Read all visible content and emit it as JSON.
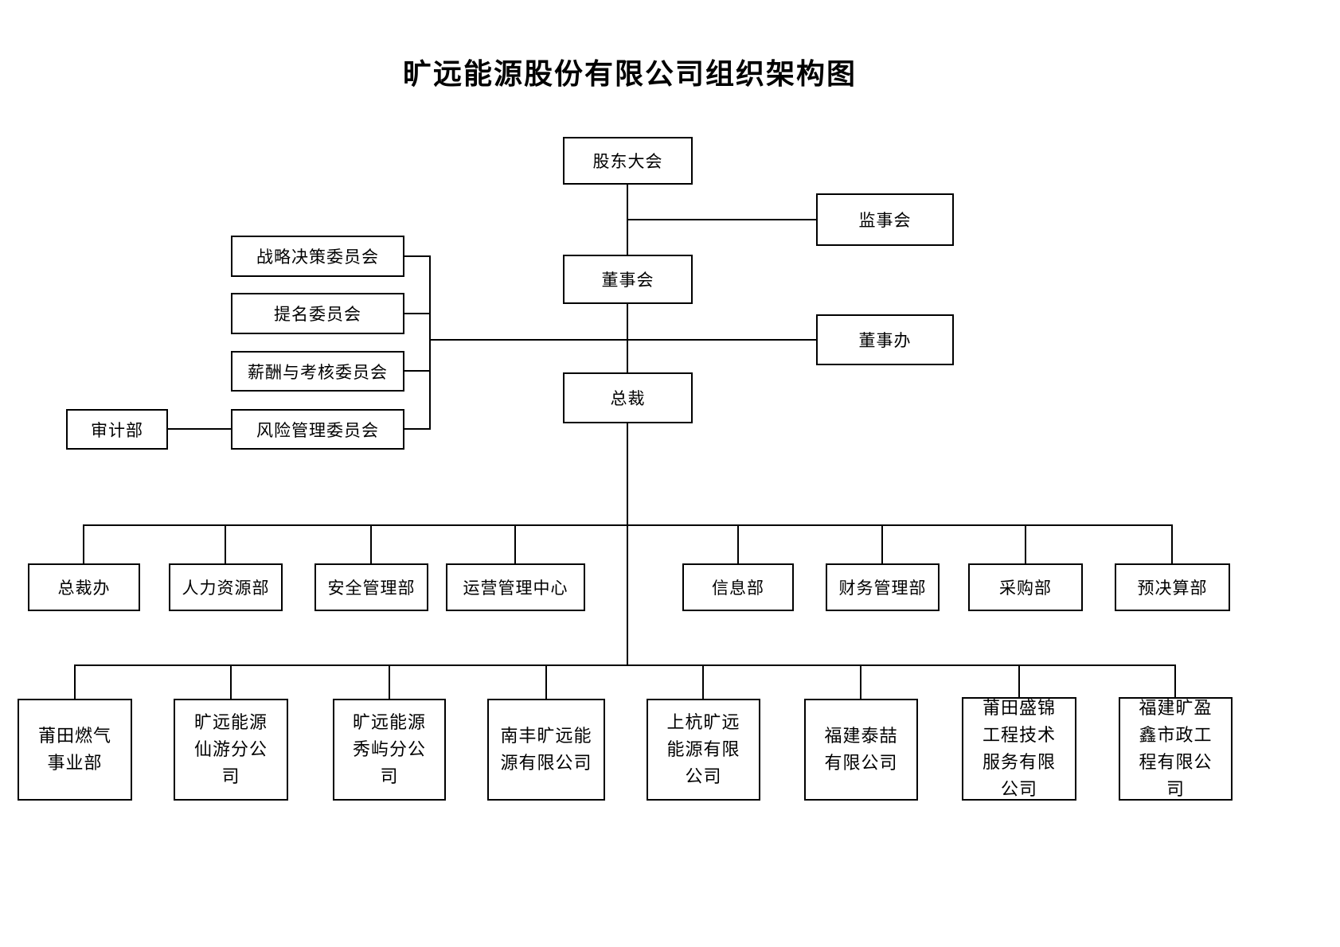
{
  "title": "旷远能源股份有限公司组织架构图",
  "colors": {
    "line": "#000000",
    "box_border": "#000000",
    "background": "#ffffff",
    "text": "#000000"
  },
  "org": {
    "shareholders": {
      "label": "股东大会"
    },
    "supervisory_board": {
      "label": "监事会"
    },
    "board_of_directors": {
      "label": "董事会"
    },
    "committees": [
      {
        "label": "战略决策委员会"
      },
      {
        "label": "提名委员会"
      },
      {
        "label": "薪酬与考核委员会"
      },
      {
        "label": "风险管理委员会"
      }
    ],
    "audit_department": {
      "label": "审计部"
    },
    "board_office": {
      "label": "董事办"
    },
    "president": {
      "label": "总裁"
    },
    "departments": [
      {
        "label": "总裁办"
      },
      {
        "label": "人力资源部"
      },
      {
        "label": "安全管理部"
      },
      {
        "label": "运营管理中心"
      },
      {
        "label": "信息部"
      },
      {
        "label": "财务管理部"
      },
      {
        "label": "采购部"
      },
      {
        "label": "预决算部"
      }
    ],
    "subsidiaries": [
      {
        "label": "莆田燃气事业部"
      },
      {
        "label": "旷远能源仙游分公司"
      },
      {
        "label": "旷远能源秀屿分公司"
      },
      {
        "label": "南丰旷远能源有限公司"
      },
      {
        "label": "上杭旷远能源有限公司"
      },
      {
        "label": "福建泰喆有限公司"
      },
      {
        "label": "莆田盛锦工程技术服务有限公司"
      },
      {
        "label": "福建旷盈鑫市政工程有限公司"
      }
    ]
  }
}
